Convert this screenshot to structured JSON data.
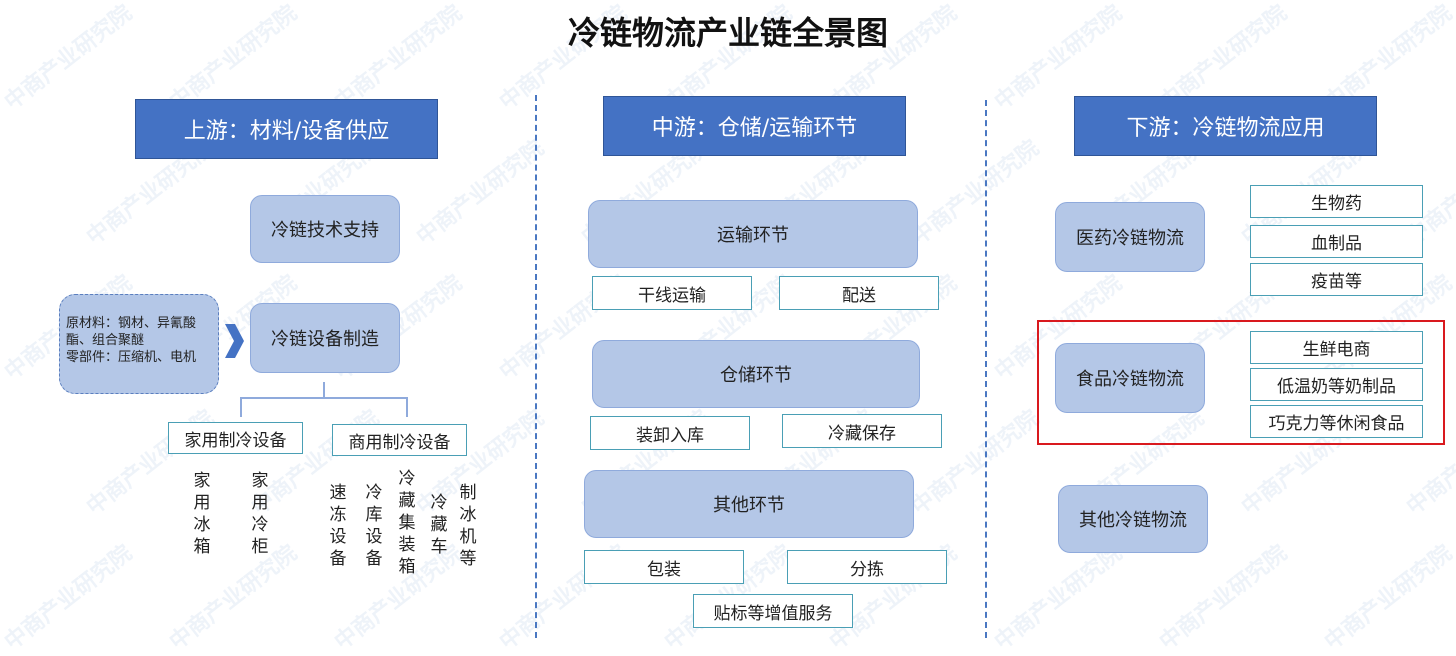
{
  "title": "冷链物流产业链全景图",
  "watermark": "中商产业研究院",
  "colors": {
    "header_fill": "#4472c4",
    "node_fill": "#b4c7e7",
    "divider": "#4a78c2",
    "highlight": "#d9191e"
  },
  "upstream": {
    "header": "上游：材料/设备供应",
    "tech_support": "冷链技术支持",
    "equipment": "冷链设备制造",
    "raw_materials": [
      "原材料：钢材、异氰酸",
      "酯、组合聚醚",
      "零部件：压缩机、电机"
    ],
    "household": {
      "label": "家用制冷设备",
      "items": [
        "家用冰箱",
        "家用冷柜"
      ]
    },
    "commercial": {
      "label": "商用制冷设备",
      "items": [
        "速冻设备",
        "冷库设备",
        "冷藏集装箱",
        "冷藏车",
        "制冰机等"
      ]
    }
  },
  "midstream": {
    "header": "中游：仓储/运输环节",
    "transport": {
      "label": "运输环节",
      "items": [
        "干线运输",
        "配送"
      ]
    },
    "storage": {
      "label": "仓储环节",
      "items": [
        "装卸入库",
        "冷藏保存"
      ]
    },
    "other": {
      "label": "其他环节",
      "items": [
        "包装",
        "分拣"
      ]
    },
    "value_added": "贴标等增值服务"
  },
  "downstream": {
    "header": "下游：冷链物流应用",
    "pharma": {
      "label": "医药冷链物流",
      "items": [
        "生物药",
        "血制品",
        "疫苗等"
      ]
    },
    "food": {
      "label": "食品冷链物流",
      "items": [
        "生鲜电商",
        "低温奶等奶制品",
        "巧克力等休闲食品"
      ]
    },
    "other": "其他冷链物流"
  }
}
